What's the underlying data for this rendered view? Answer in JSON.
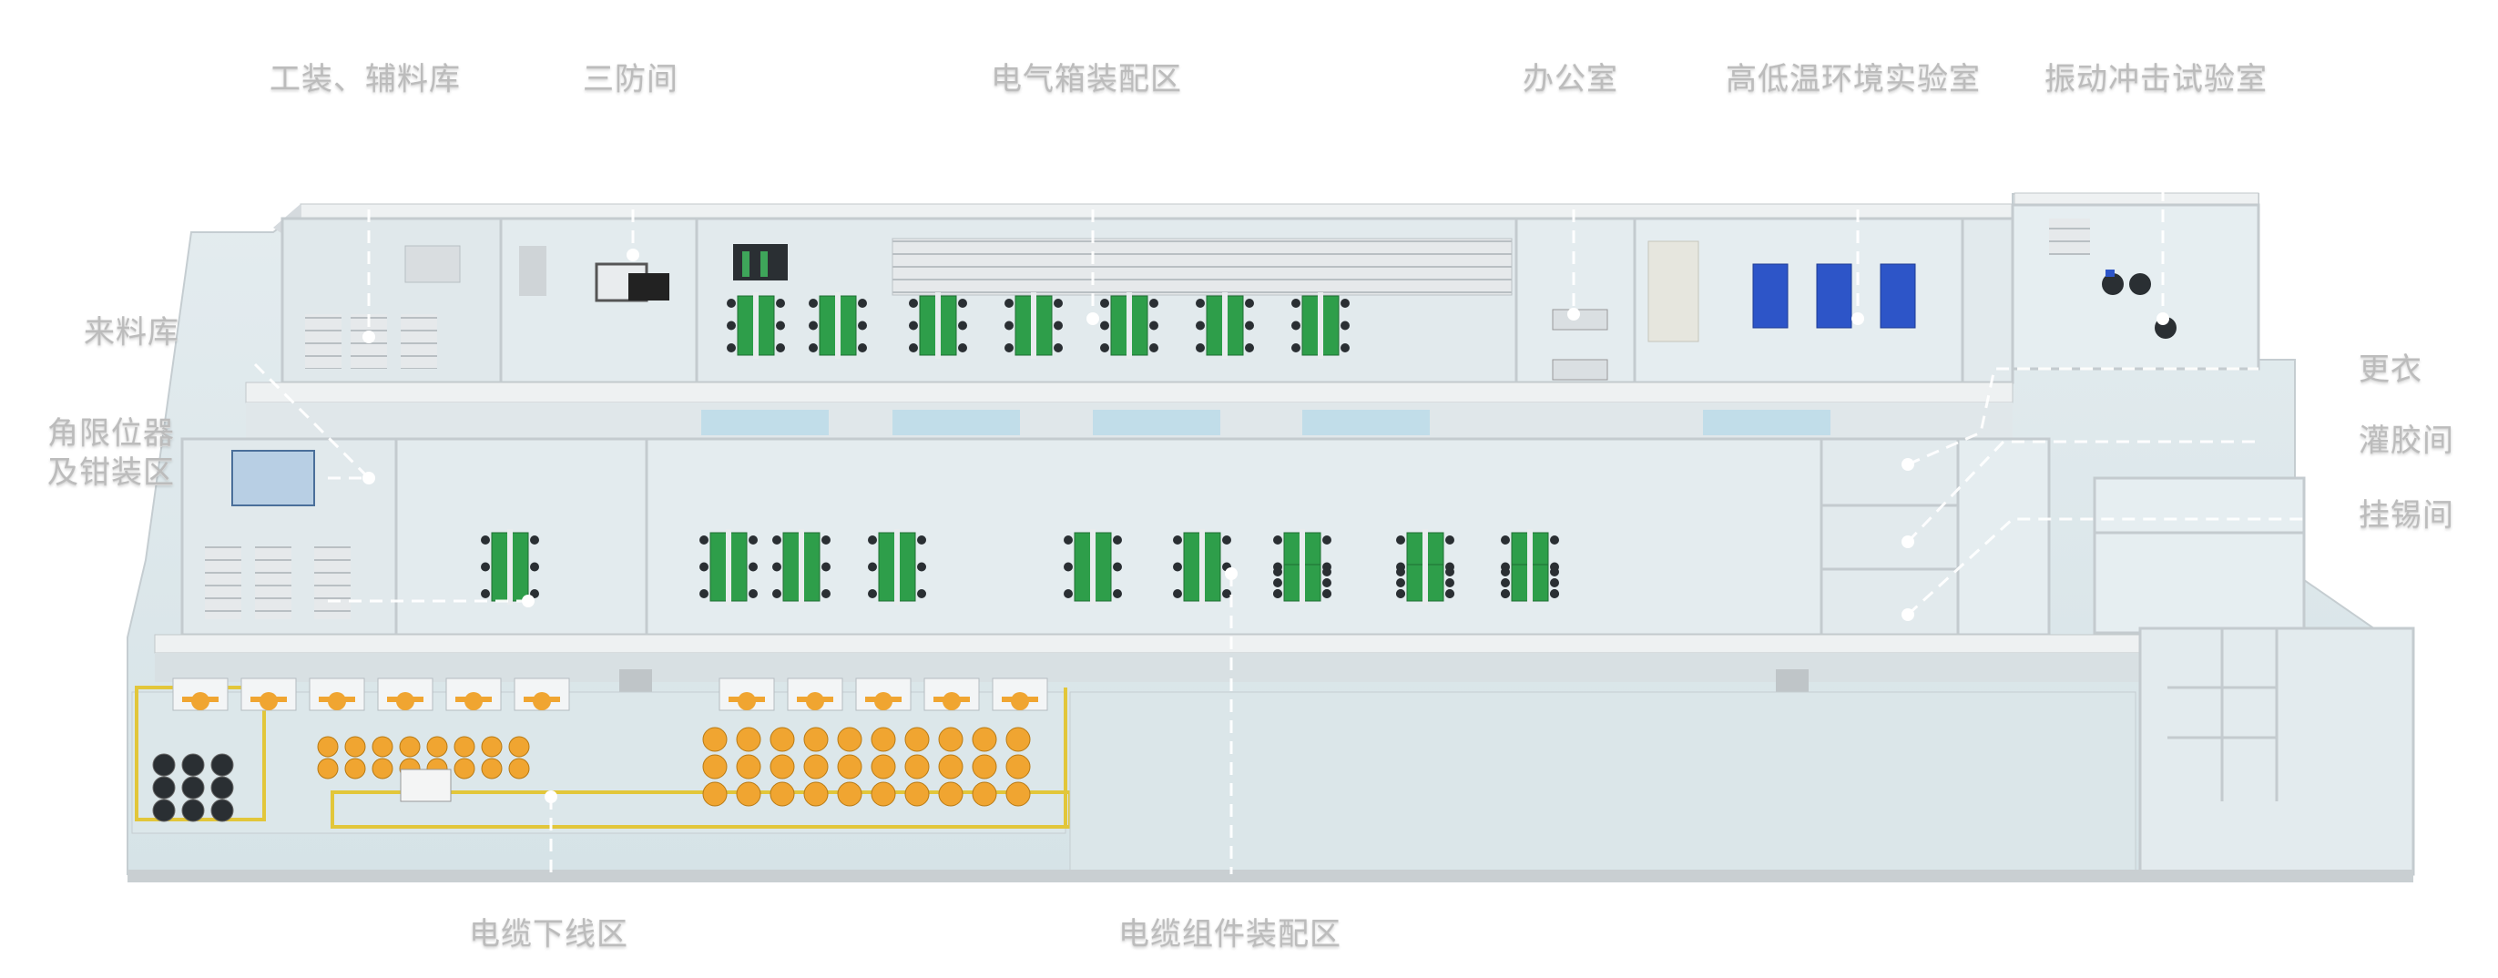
{
  "zones": {
    "tooling_storage": "工装、辅料库",
    "three_proof_room": "三防间",
    "electrical_box_assembly": "电气箱装配区",
    "office": "办公室",
    "temperature_lab": "高低温环境实验室",
    "vibration_lab": "振动冲击试验室",
    "incoming_storage": "来料库",
    "angle_limiter_line1": "角限位器",
    "angle_limiter_line2": "及钳装区",
    "changing_room": "更衣",
    "potting_room": "灌胶间",
    "tinning_room": "挂锡间",
    "cable_cutting": "电缆下线区",
    "cable_assembly": "电缆组件装配区"
  },
  "colors": {
    "floor": "#dfe9ec",
    "wall_top": "#f2f4f4",
    "wall_side": "#c9cfd2",
    "bench_green": "#2e9e4a",
    "reel_orange": "#f0a531",
    "rail_yellow": "#e2c63a",
    "chamber_blue": "#2d55c8",
    "glass": "#b9dbe8",
    "label_grey": "#bcbcbc"
  }
}
